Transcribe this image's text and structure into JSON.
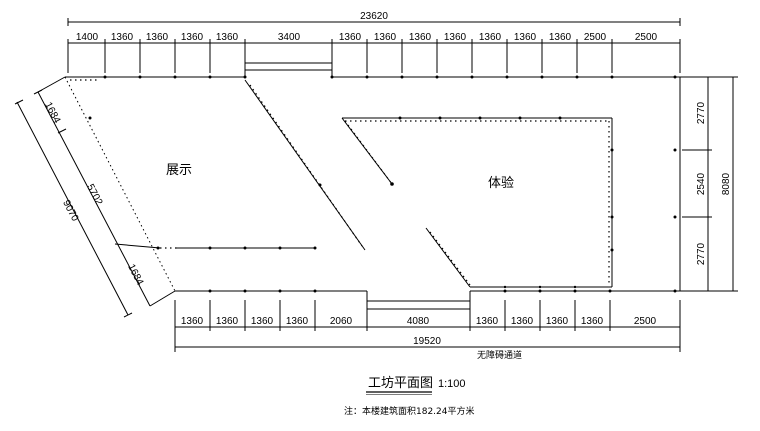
{
  "plan": {
    "title": "工坊平面图",
    "scale": "1:100",
    "note": "注：本楼建筑面积182.24平方米",
    "rooms": {
      "display": "展示",
      "experience": "体验"
    },
    "accessible_path": "无障碍通道"
  },
  "dims": {
    "top_total": "23620",
    "top_segments": [
      "1400",
      "1360",
      "1360",
      "1360",
      "1360",
      "3400",
      "1360",
      "1360",
      "1360",
      "1360",
      "1360",
      "1360",
      "1360",
      "2500"
    ],
    "bottom_total": "19520",
    "bottom_segments": [
      "1360",
      "1360",
      "1360",
      "1360",
      "2060",
      "4080",
      "1360",
      "1360",
      "1360",
      "1360",
      "2500"
    ],
    "right_total": "8080",
    "right_segments": [
      "2770",
      "2540",
      "2770"
    ],
    "left_total": "9070",
    "left_segments": [
      "1684",
      "5702",
      "1684"
    ]
  }
}
